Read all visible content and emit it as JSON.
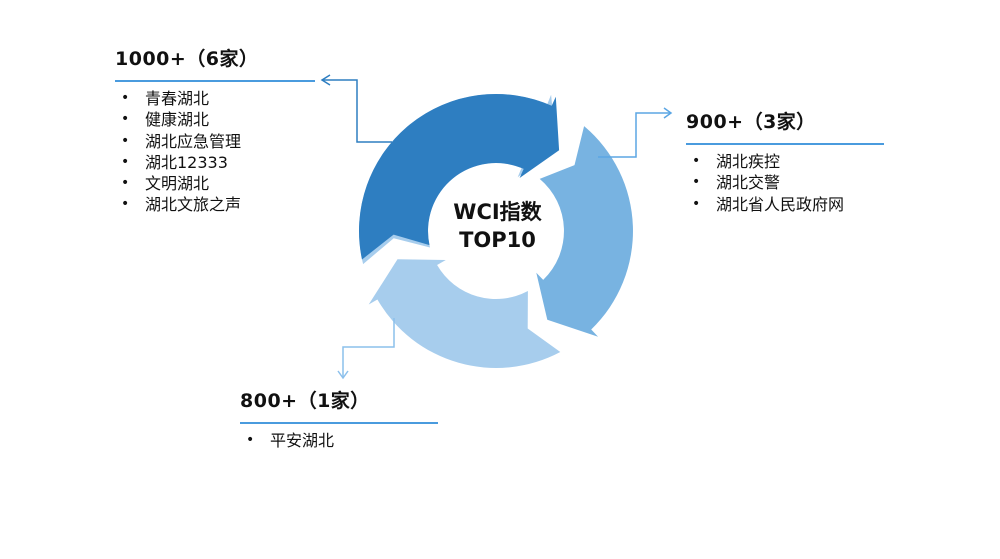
{
  "center": {
    "line1": "WCI指数",
    "line2": "TOP10"
  },
  "colors": {
    "segment_dark": "#2E7EC1",
    "segment_medium": "#78B3E1",
    "segment_light": "#A7CDED",
    "rule": "#4A9BDE"
  },
  "groups": [
    {
      "heading": "1000+（6家）",
      "items": [
        "青春湖北",
        "健康湖北",
        "湖北应急管理",
        "湖北12333",
        "文明湖北",
        "湖北文旅之声"
      ]
    },
    {
      "heading": "900+（3家）",
      "items": [
        "湖北疾控",
        "湖北交警",
        "湖北省人民政府网"
      ]
    },
    {
      "heading": "800+（1家）",
      "items": [
        "平安湖北"
      ]
    }
  ],
  "bullet": "•"
}
